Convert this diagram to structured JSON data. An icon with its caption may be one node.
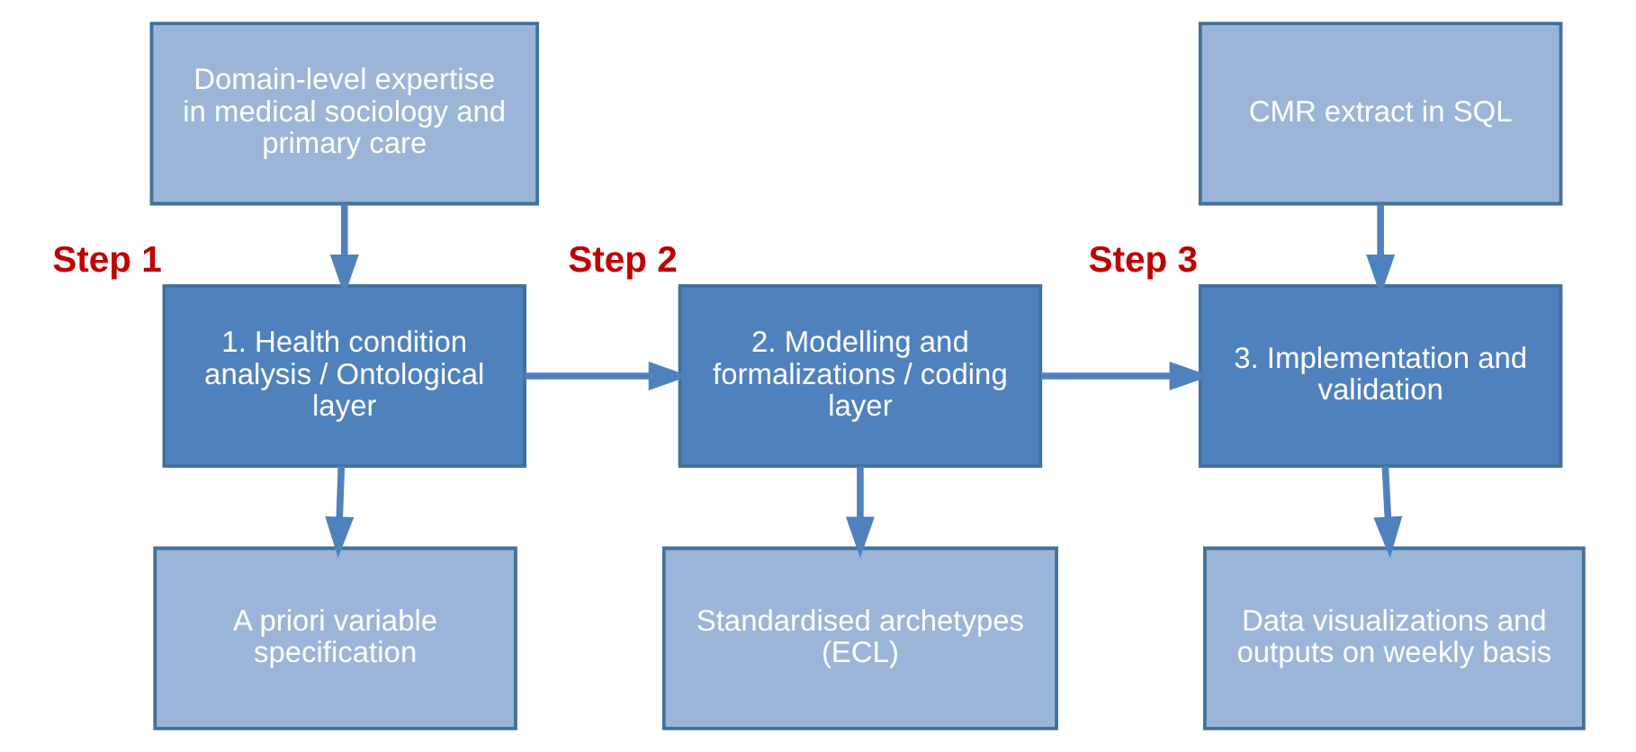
{
  "diagram": {
    "nodes": [
      {
        "text": [
          "Domain-level expertise in medical sociology and primary care"
        ]
      },
      {
        "text": [
          "1. Health condition analysis / Ontological layer"
        ],
        "beside": [
          "Step 1"
        ]
      },
      {
        "text": [
          "A priori variable specification"
        ]
      },
      {
        "text": [
          "2. Modelling and formalizations / coding layer"
        ],
        "beside": [
          "Step 2"
        ]
      },
      {
        "text": [
          "Standardised archetypes (ECL)"
        ]
      },
      {
        "text": [
          "CMR extract in SQL"
        ]
      },
      {
        "text": [
          "3. Implementation and validation"
        ],
        "beside": [
          "Step 3"
        ]
      },
      {
        "text": [
          "Data visualizations and outputs on weekly basis"
        ]
      }
    ],
    "edges": [
      {
        "from": 0,
        "to": 1,
        "arrow": "to"
      },
      {
        "from": 1,
        "to": 2,
        "arrow": "to"
      },
      {
        "from": 1,
        "to": 3,
        "arrow": "to"
      },
      {
        "from": 3,
        "to": 4,
        "arrow": "to"
      },
      {
        "from": 5,
        "to": 6,
        "arrow": "to"
      },
      {
        "from": 3,
        "to": 6,
        "arrow": "to"
      },
      {
        "from": 6,
        "to": 7,
        "arrow": "to"
      }
    ]
  }
}
